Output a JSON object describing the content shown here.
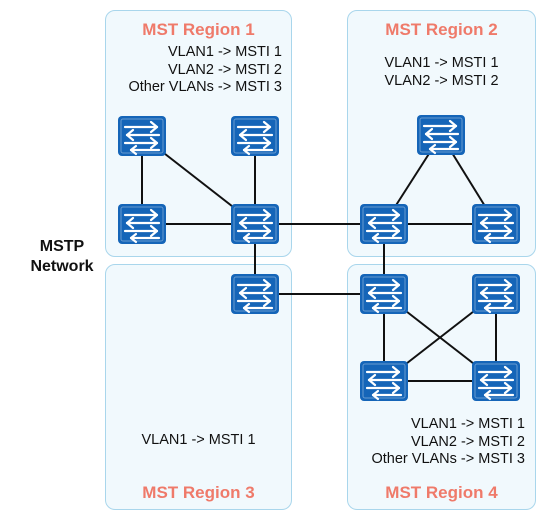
{
  "network_label": [
    "MSTP",
    "Network"
  ],
  "regions": [
    {
      "title": "MST Region 1",
      "mappings": [
        "VLAN1 -> MSTI 1",
        "VLAN2 -> MSTI 2",
        "Other VLANs -> MSTI 3"
      ]
    },
    {
      "title": "MST Region 2",
      "mappings": [
        "VLAN1 -> MSTI 1",
        "VLAN2 -> MSTI 2"
      ]
    },
    {
      "title": "MST Region 3",
      "mappings": [
        "VLAN1 -> MSTI 1"
      ]
    },
    {
      "title": "MST Region 4",
      "mappings": [
        "VLAN1 -> MSTI 1",
        "VLAN2 -> MSTI 2",
        "Other VLANs -> MSTI 3"
      ]
    }
  ],
  "colors": {
    "region_border": "#a9d6ec",
    "region_fill": "#f1f9fd",
    "title": "#ef7a6a",
    "switch": "#1565b8",
    "link": "#111111"
  },
  "icons": {
    "switch": "switch-icon"
  }
}
